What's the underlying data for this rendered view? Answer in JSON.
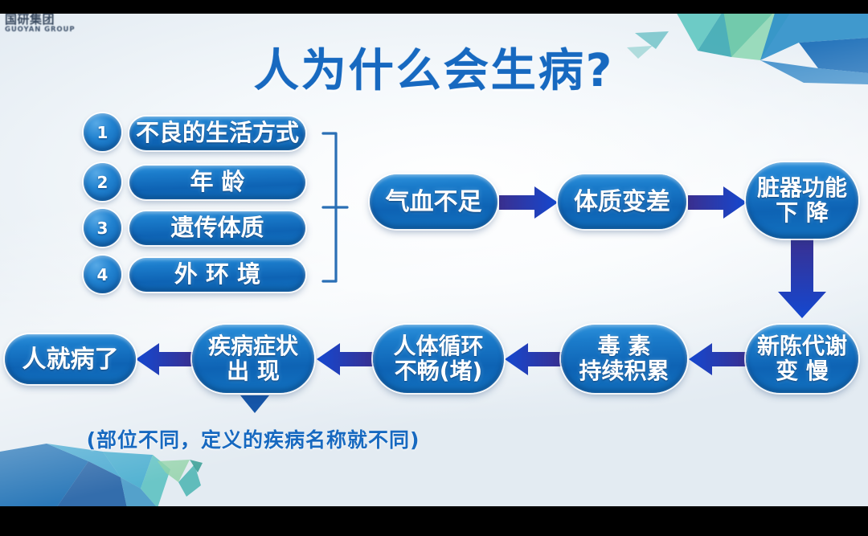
{
  "branding": {
    "logo_cn": "国研集团",
    "logo_en": "GUOYAN GROUP"
  },
  "slide": {
    "title": "人为什么会生病?",
    "caption": "(部位不同，定义的疾病名称就不同)"
  },
  "causes": [
    {
      "number": "1",
      "label": "不良的生活方式"
    },
    {
      "number": "2",
      "label": "年  龄"
    },
    {
      "number": "3",
      "label": "遗传体质"
    },
    {
      "number": "4",
      "label": "外 环 境"
    }
  ],
  "flow_top": [
    {
      "label": "气血不足"
    },
    {
      "label": "体质变差"
    },
    {
      "label": "脏器功能\n下  降"
    }
  ],
  "flow_bottom": [
    {
      "label": "新陈代谢\n变  慢"
    },
    {
      "label": "毒  素\n持续积累"
    },
    {
      "label": "人体循环\n不畅(堵)"
    },
    {
      "label": "疾病症状\n出  现"
    },
    {
      "label": "人就病了"
    }
  ],
  "colors": {
    "title_blue": "#1769c0",
    "pill_top": "#2f93dd",
    "pill_bottom": "#0e63b4",
    "arrow_start": "#3b2f8f",
    "arrow_end": "#1448d0",
    "deco_teal": "#3fb7b0",
    "deco_blue": "#1d6fb8",
    "background": "#e9f0f6"
  }
}
